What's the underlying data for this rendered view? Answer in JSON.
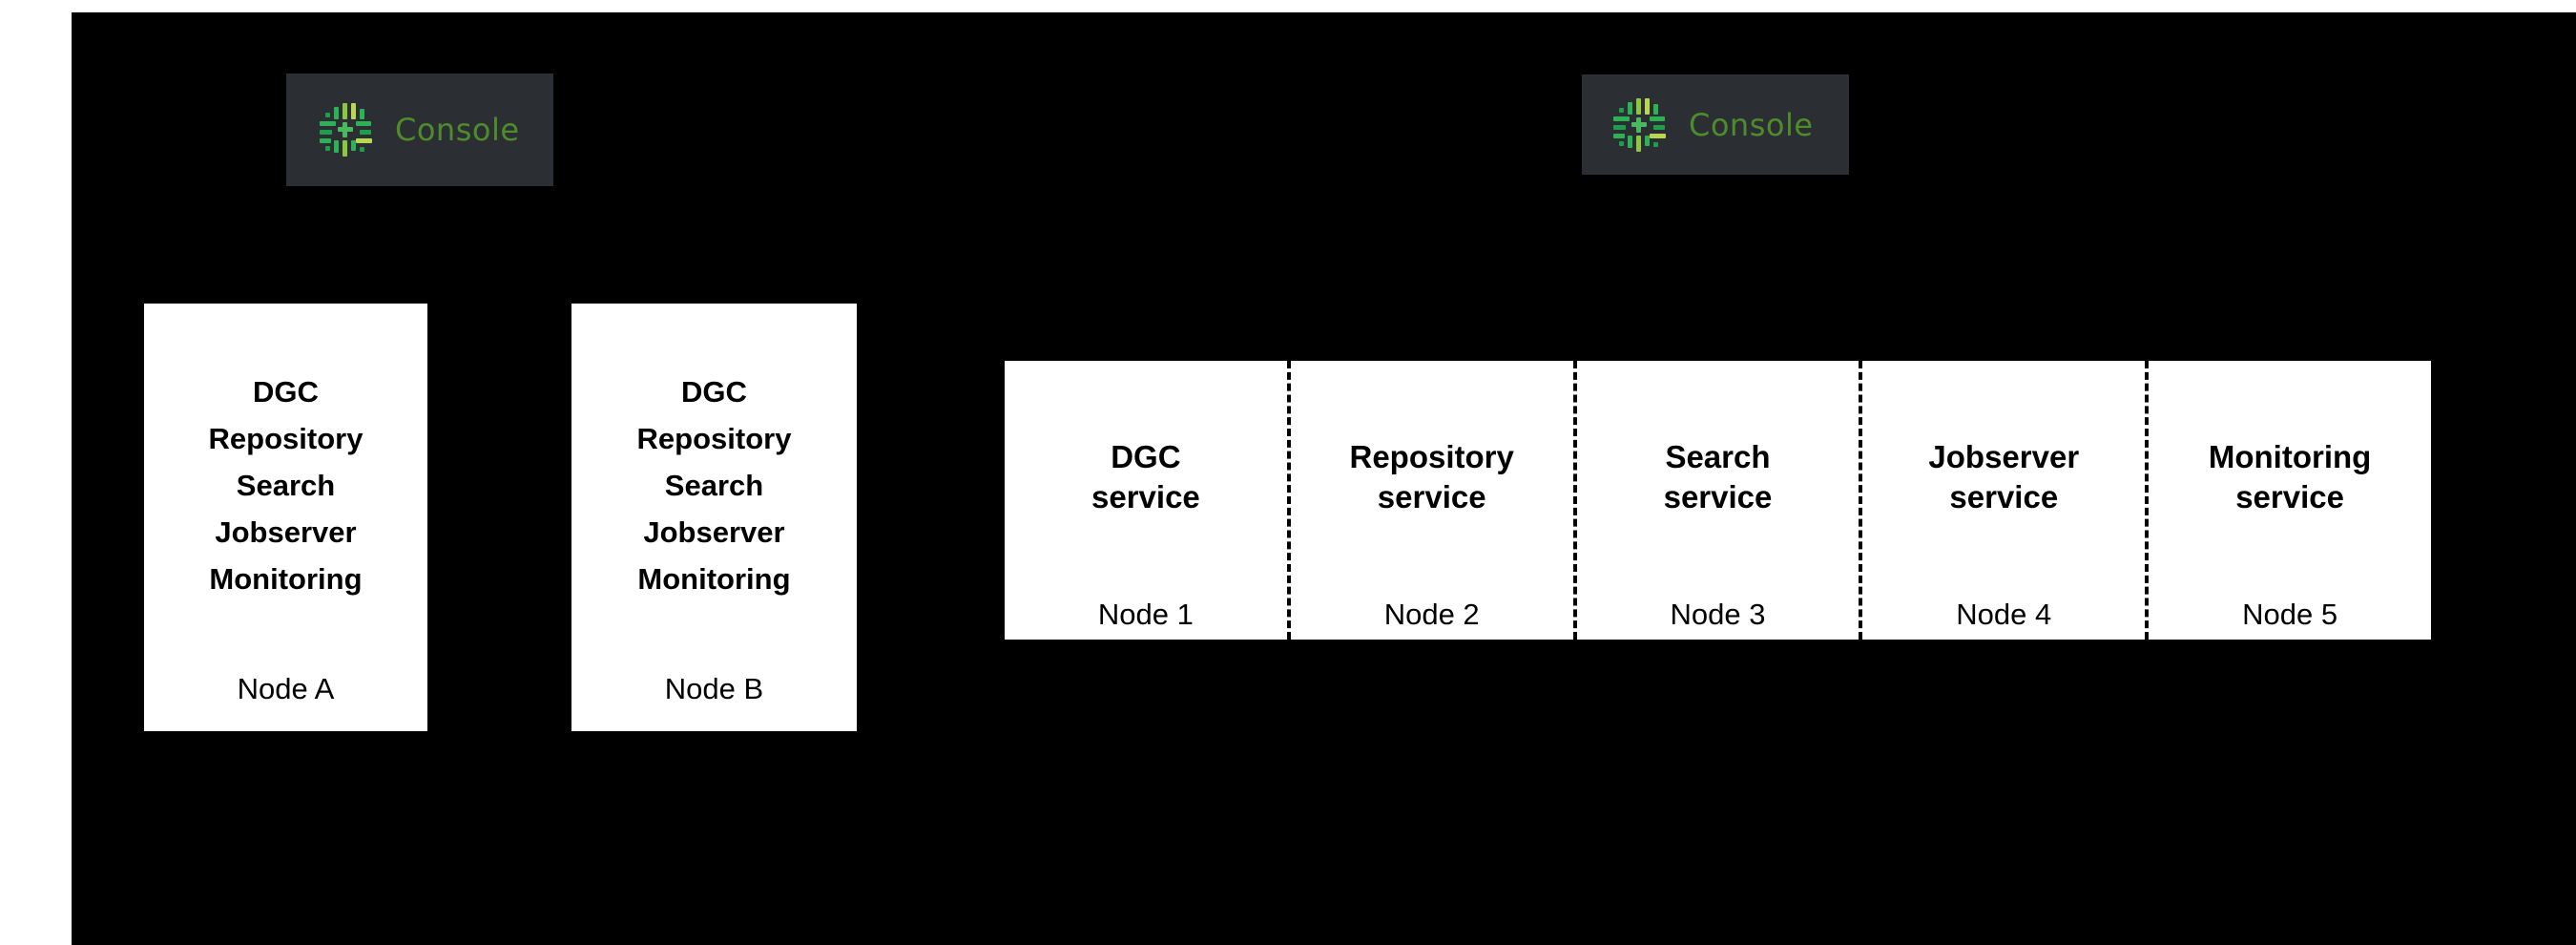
{
  "canvas": {
    "background": "#000000",
    "page_background": "#ffffff"
  },
  "console_badges": [
    {
      "label": "Console",
      "icon": "collibra-console-icon",
      "background": "#2b2f34",
      "label_color": "#4e8c2b"
    },
    {
      "label": "Console",
      "icon": "collibra-console-icon",
      "background": "#2b2f34",
      "label_color": "#4e8c2b"
    }
  ],
  "node_cards": [
    {
      "services": [
        "DGC",
        "Repository",
        "Search",
        "Jobserver",
        "Monitoring"
      ],
      "node_name": "Node A"
    },
    {
      "services": [
        "DGC",
        "Repository",
        "Search",
        "Jobserver",
        "Monitoring"
      ],
      "node_name": "Node B"
    }
  ],
  "service_strip": {
    "cells": [
      {
        "title_lines": [
          "DGC",
          "service"
        ],
        "node_name": "Node 1"
      },
      {
        "title_lines": [
          "Repository",
          "service"
        ],
        "node_name": "Node 2"
      },
      {
        "title_lines": [
          "Search",
          "service"
        ],
        "node_name": "Node 3"
      },
      {
        "title_lines": [
          "Jobserver",
          "service"
        ],
        "node_name": "Node 4"
      },
      {
        "title_lines": [
          "Monitoring",
          "service"
        ],
        "node_name": "Node 5"
      }
    ]
  }
}
